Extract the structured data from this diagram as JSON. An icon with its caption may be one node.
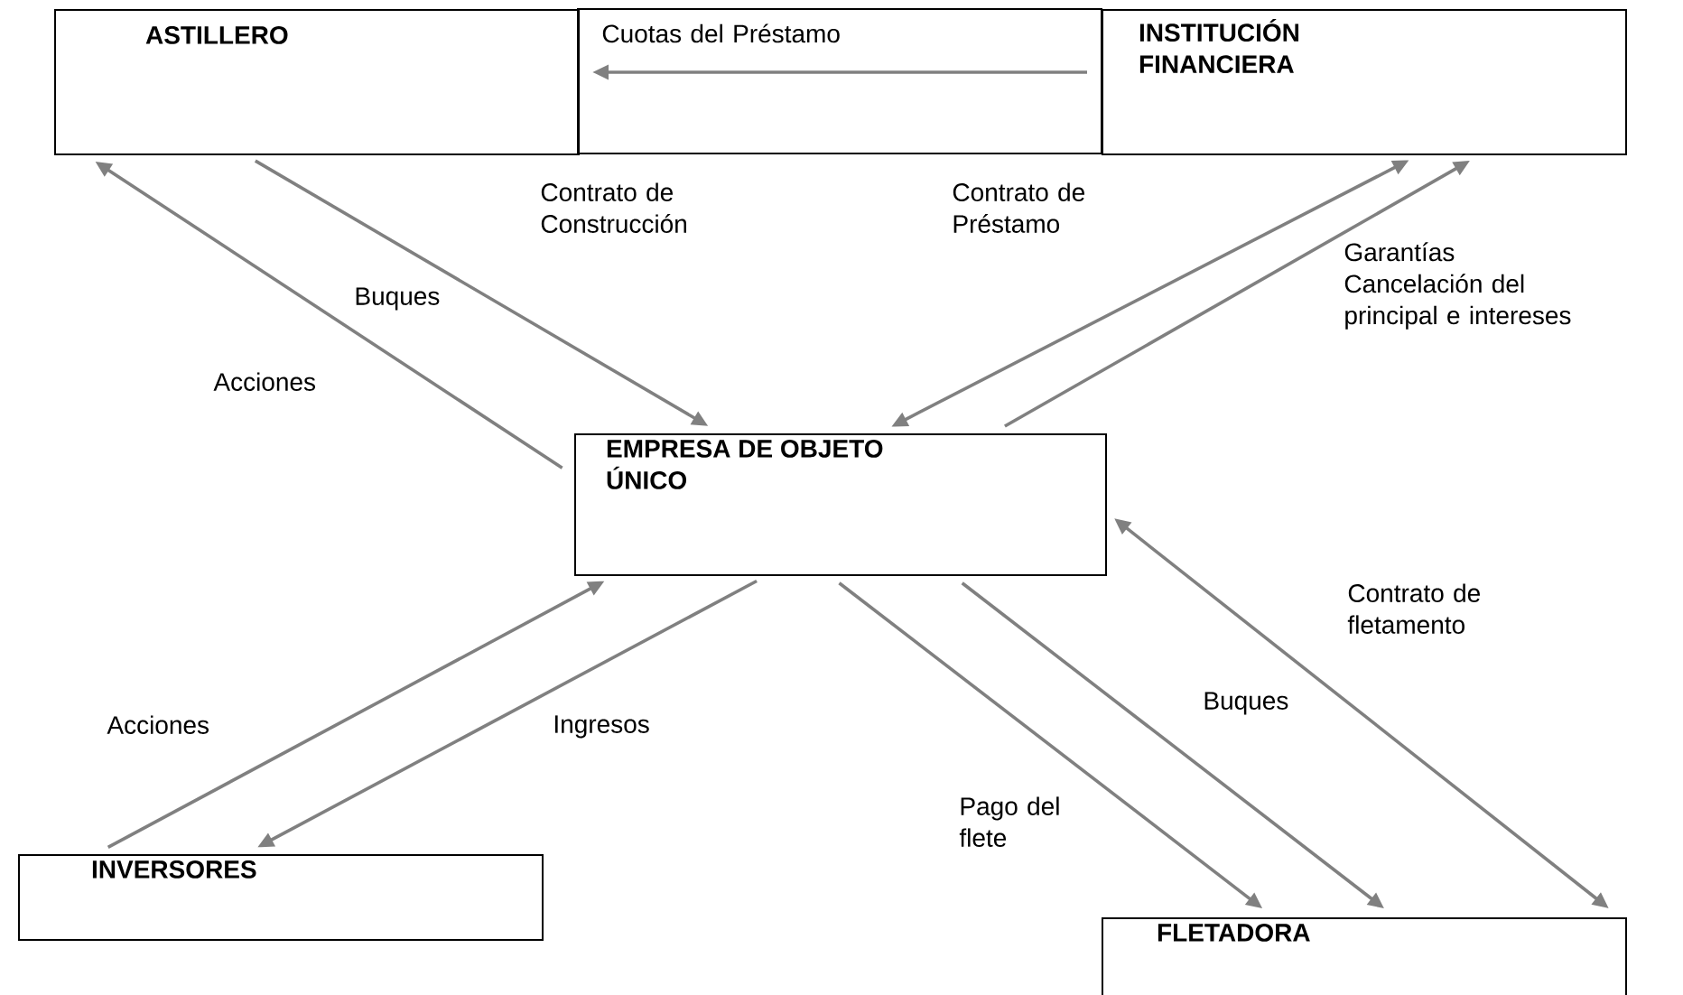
{
  "diagram": {
    "nodes": [
      {
        "text": [
          "ASTILLERO"
        ]
      },
      {
        "text": [
          "INSTITUCIÓN FINANCIERA"
        ]
      },
      {
        "text": [
          "EMPRESA DE OBJETO ÚNICO"
        ]
      },
      {
        "text": [
          "INVERSORES"
        ]
      },
      {
        "text": [
          "FLETADORA"
        ]
      }
    ],
    "edges": [
      {
        "from": 1,
        "to": 0,
        "arrow": "to",
        "label": "Cuotas del Préstamo"
      },
      {
        "from": 0,
        "to": 2,
        "arrow": "to",
        "label": "Contrato de Construcción"
      },
      {
        "from": 2,
        "to": 0,
        "arrow": "to",
        "label": "Buques"
      },
      {
        "from": 1,
        "to": 2,
        "arrow": "both",
        "label": "Contrato de Préstamo"
      },
      {
        "from": 2,
        "to": 1,
        "arrow": "to",
        "label": "Garantías Cancelación del principal e intereses"
      },
      {
        "from": 3,
        "to": 2,
        "arrow": "to",
        "label": "Acciones"
      },
      {
        "from": 2,
        "to": 3,
        "arrow": "to",
        "label": "Ingresos"
      },
      {
        "from": 2,
        "to": 4,
        "arrow": "to",
        "label": "Pago del flete"
      },
      {
        "from": 2,
        "to": 4,
        "arrow": "to",
        "label": "Buques"
      },
      {
        "from": 2,
        "to": 4,
        "arrow": "both",
        "label": "Contrato de fletamento"
      }
    ],
    "labels": [
      "Acciones"
    ]
  }
}
